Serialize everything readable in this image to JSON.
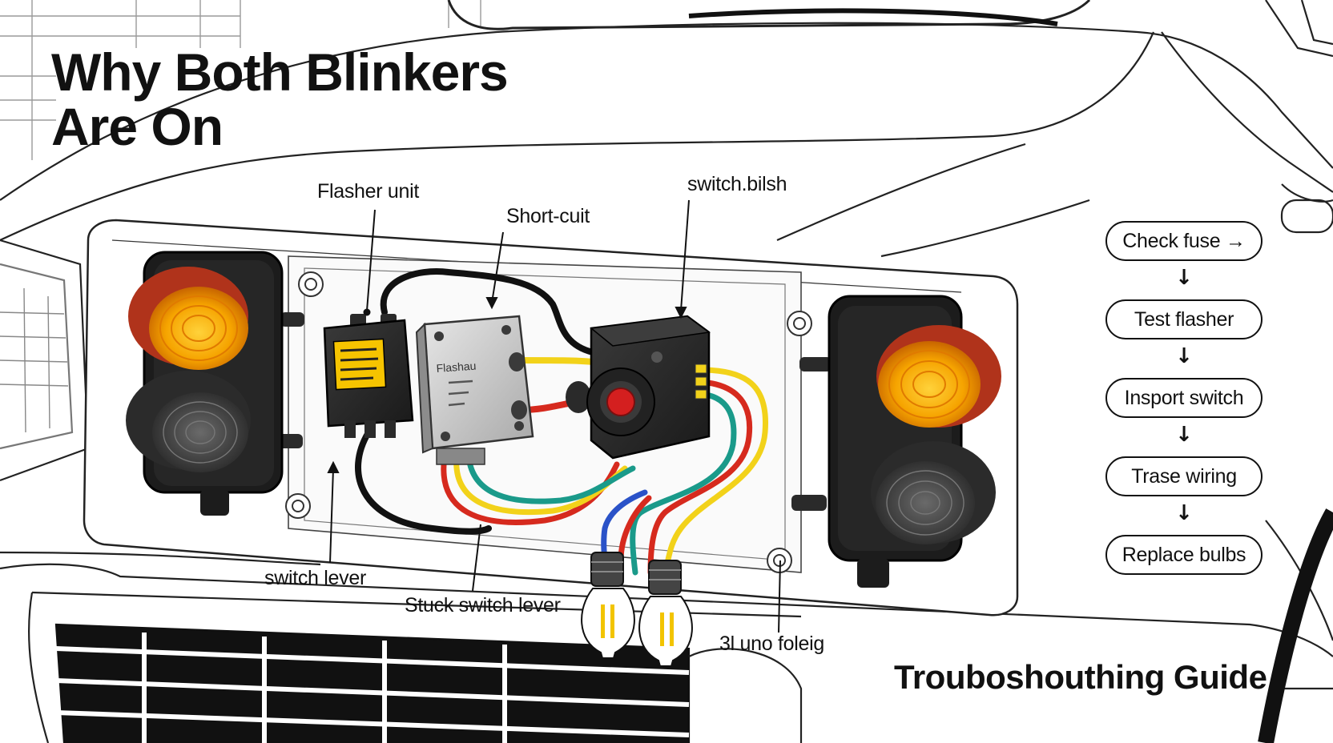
{
  "title": {
    "line1": "Why Both Blinkers",
    "line2": "Are On"
  },
  "callouts": {
    "flasher_unit": "Flasher unit",
    "short_circuit": "Short-cuit",
    "switch_top": "switch.bilsh",
    "switch_lever": "switch lever",
    "stuck_switch_lever": "Stuck switch lever",
    "bottom_label": "3l uno foleig"
  },
  "flasher_box_label": "Flashau",
  "steps": [
    {
      "label": "Check fuse",
      "arrow": "→"
    },
    {
      "label": "Test flasher"
    },
    {
      "label": "Insport switch"
    },
    {
      "label": "Trase wiring"
    },
    {
      "label": "Replace bulbs"
    }
  ],
  "step_down_arrow": "↓",
  "guide_title": "Trouboshouthing Guide",
  "colors": {
    "amber_light": "#f6a400",
    "red_lens": "#b0331b",
    "housing": "#1c1c1c",
    "wire_yellow": "#f2d21a",
    "wire_red": "#d62a1e",
    "wire_teal": "#1a9a8a",
    "wire_blue": "#2a52c8",
    "button_red": "#d41f1f"
  }
}
